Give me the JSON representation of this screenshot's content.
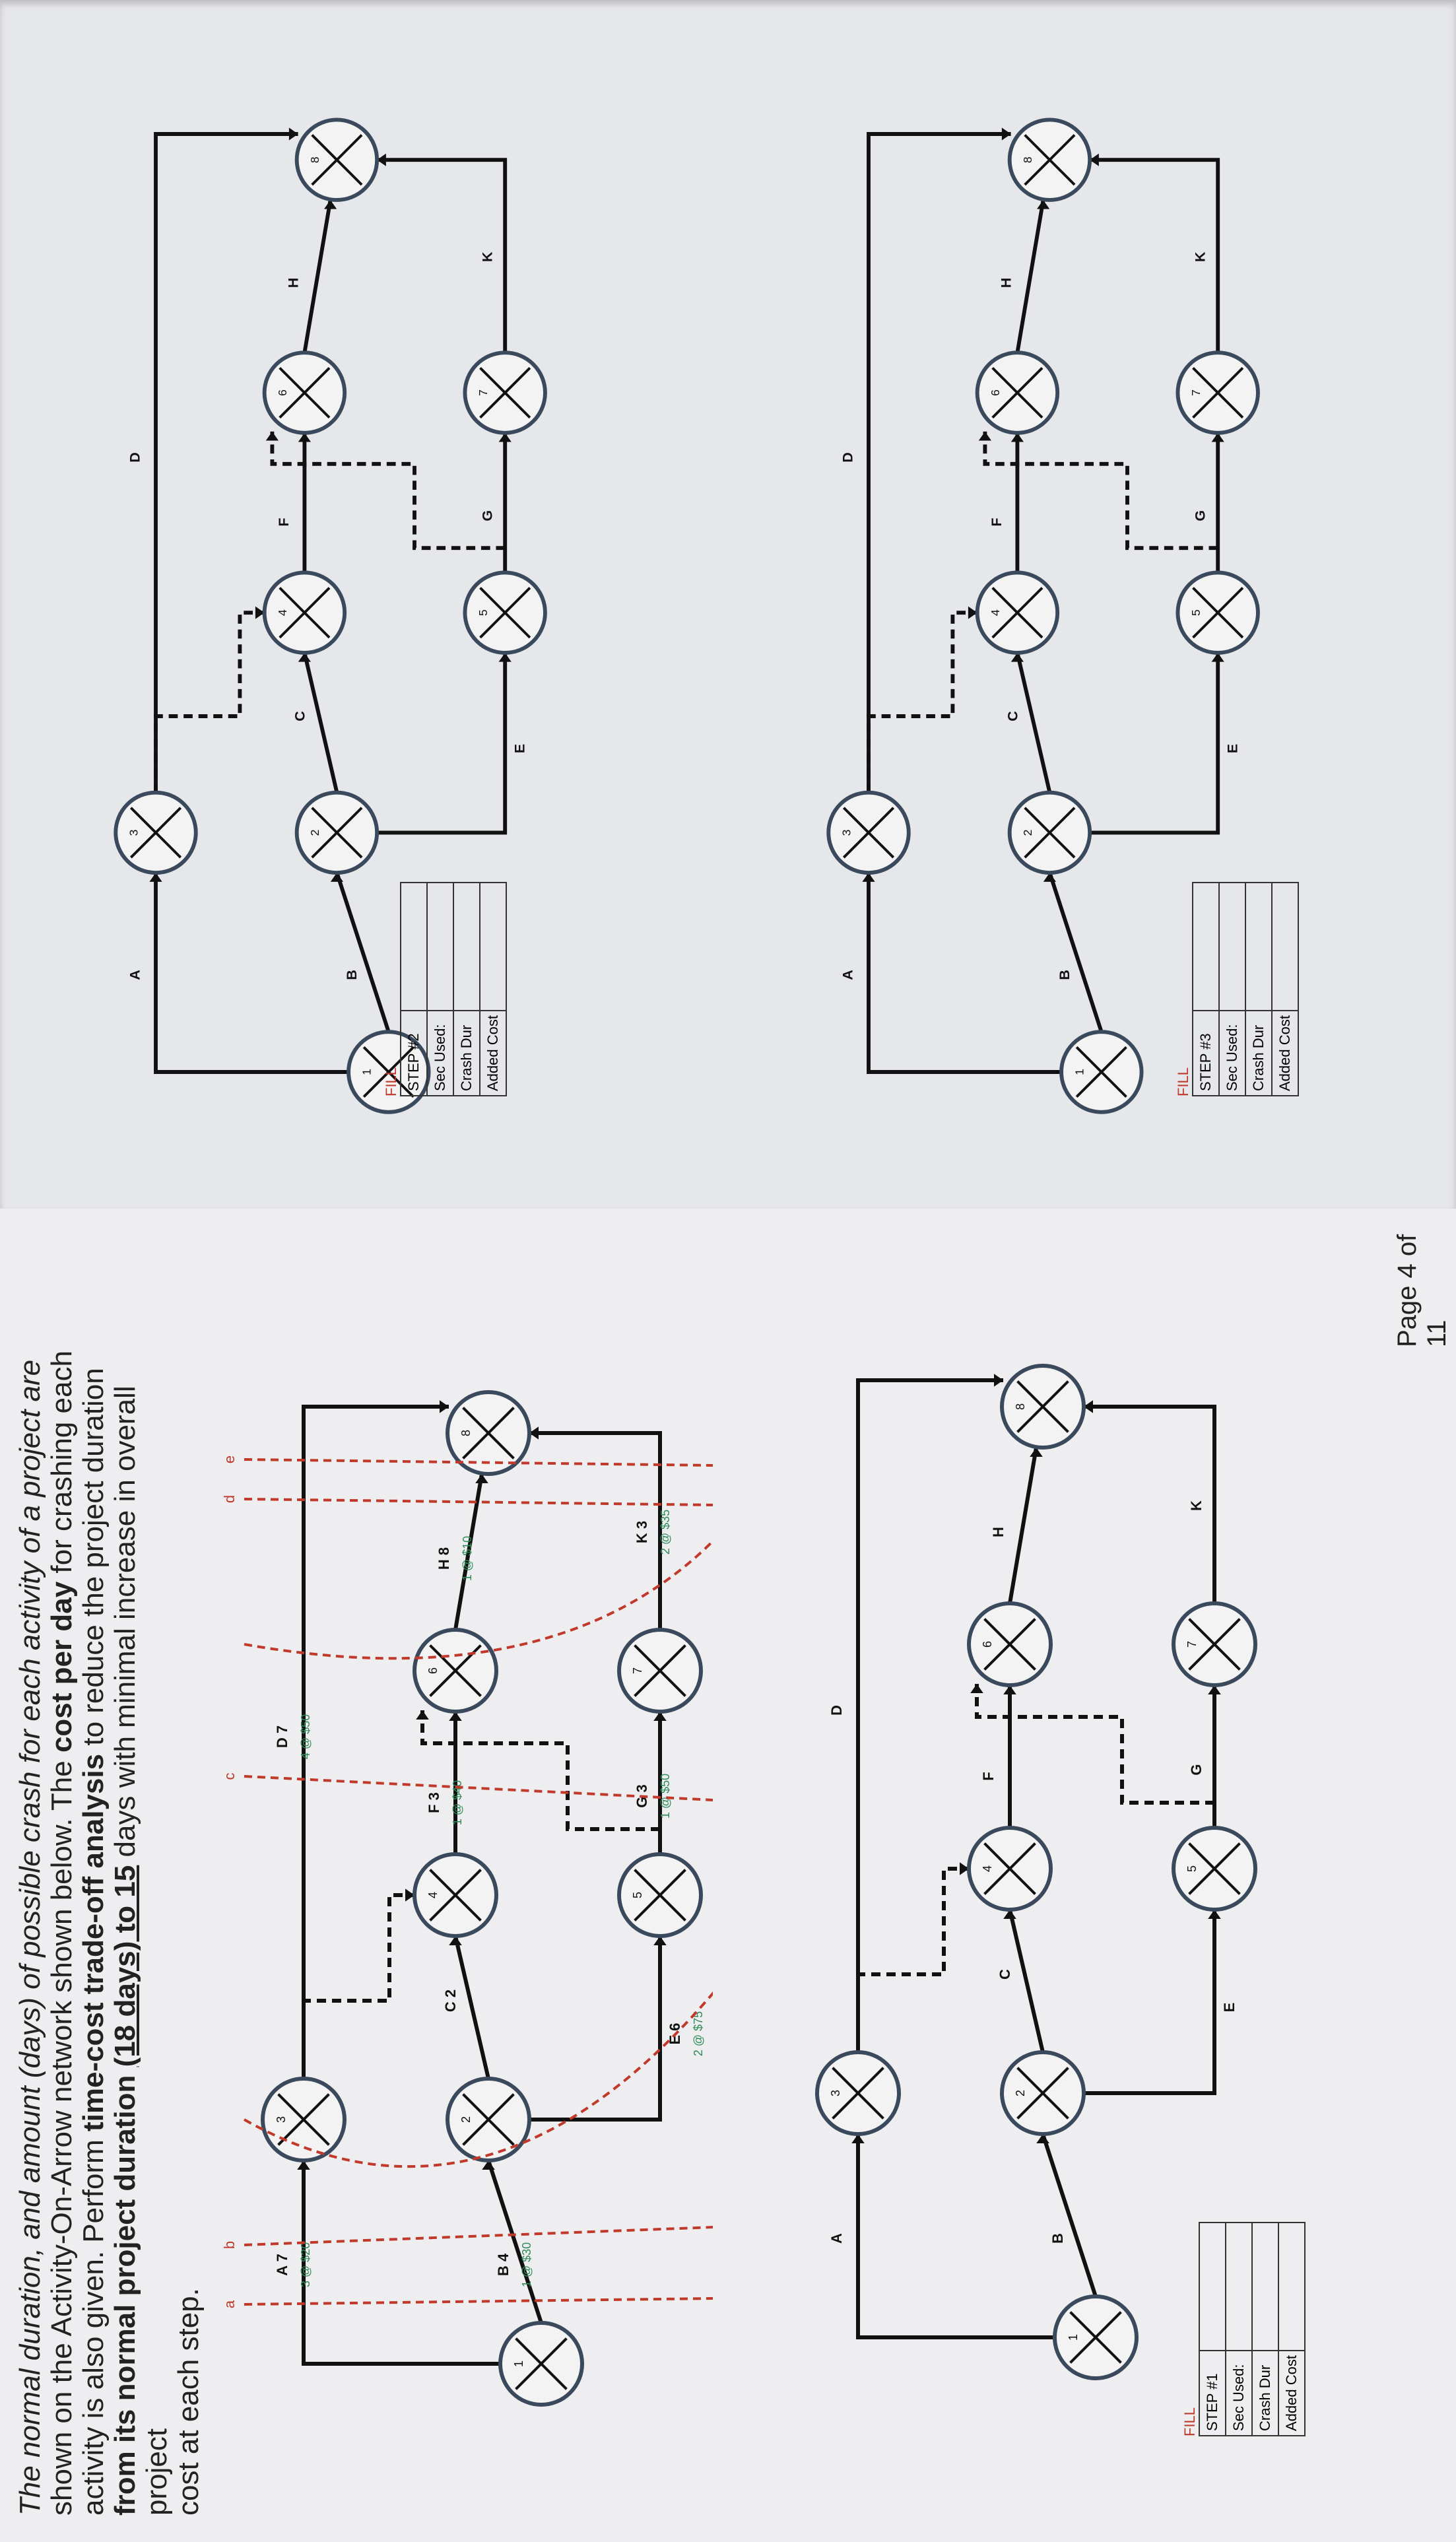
{
  "intro": {
    "p1": "The ",
    "p2": "normal duration, and amount (days) of possible crash for each activity of a project are",
    "p3": "shown on the Activity-On-Arrow network shown below. The ",
    "bold1": "cost per day",
    "p4": " for crashing each",
    "p5": "activity is also given. Perform ",
    "bold2": "time-cost trade-off analysis",
    "p6": " to reduce the project duration",
    "bold3": "from its normal project duration ",
    "u1": "(18 days) to 15",
    "p7": " days with minimal increase in overall project",
    "p8": "cost at each step."
  },
  "footer": "Page 4 of 11",
  "nodes": [
    "1",
    "2",
    "3",
    "4",
    "5",
    "6",
    "7",
    "8"
  ],
  "activities": [
    "A",
    "B",
    "C",
    "D",
    "E",
    "F",
    "G",
    "H",
    "K"
  ],
  "diagram_main": {
    "labels": {
      "A": "A  7",
      "B": "B  4",
      "C": "C  2",
      "D": "D  7",
      "E": "E  6",
      "F": "F  3",
      "G": "G  3",
      "H": "H  8",
      "K": "K  3"
    },
    "costs": {
      "A": "3 @ $20",
      "B": "1 @ $30",
      "D": "4 @ $50",
      "E": "2 @ $75",
      "F": "1 @ $40",
      "G": "1 @ $50",
      "H": "1 @ $10",
      "K": "2 @ $35"
    },
    "cut_labels": [
      "a",
      "b",
      "c",
      "d",
      "e"
    ]
  },
  "fill_tables": [
    {
      "title": "FILL",
      "rows": [
        "STEP #1",
        "Sec Used:",
        "Crash Dur",
        "Added Cost"
      ]
    },
    {
      "title": "FILL",
      "rows": [
        "STEP #2",
        "Sec Used:",
        "Crash Dur",
        "Added Cost"
      ]
    },
    {
      "title": "FILL",
      "rows": [
        "STEP #3",
        "Sec Used:",
        "Crash Dur",
        "Added Cost"
      ]
    }
  ],
  "colors": {
    "cut": "#c0392b",
    "cost": "#2e8b57",
    "line": "#111111",
    "node_ring": "#3a4a5c"
  }
}
